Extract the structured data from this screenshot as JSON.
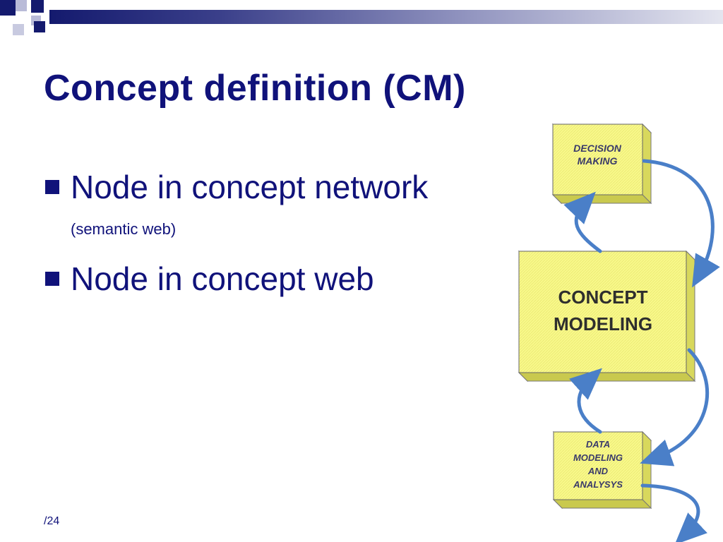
{
  "slide": {
    "title": "Concept definition (CM)",
    "bullets": [
      {
        "text": "Node in concept network",
        "subtext": "(semantic web)"
      },
      {
        "text": "Node in concept web"
      }
    ],
    "footer": "/24"
  },
  "diagram": {
    "boxes": [
      {
        "id": "decision-making",
        "lines": [
          "DECISION",
          "MAKING"
        ]
      },
      {
        "id": "concept-modeling",
        "lines": [
          "CONCEPT",
          "MODELING"
        ]
      },
      {
        "id": "data-modeling",
        "lines": [
          "DATA",
          "MODELING",
          "AND",
          "ANALYSYS"
        ]
      }
    ]
  },
  "colors": {
    "title": "#10127a",
    "box_fill": "#f8f88a",
    "arrow": "#4a7fc8"
  }
}
